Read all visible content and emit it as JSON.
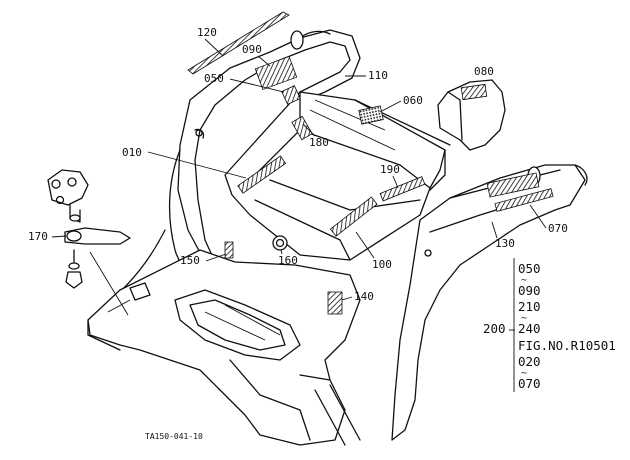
{
  "parts": {
    "p120": "120",
    "p090": "090",
    "p050": "050",
    "p110": "110",
    "p060": "060",
    "p080": "080",
    "p180": "180",
    "p010": "010",
    "p190": "190",
    "p070": "070",
    "p130": "130",
    "p170": "170",
    "p150": "150",
    "p160": "160",
    "p100": "100",
    "p140": "140"
  },
  "kit": {
    "ref": "200",
    "items": [
      "050",
      "090",
      "210",
      "240"
    ],
    "figure_ref": "FIG.NO.R10501",
    "items2": [
      "020",
      "070"
    ],
    "tilde": "~"
  },
  "figure_code": "TA150-041-10"
}
